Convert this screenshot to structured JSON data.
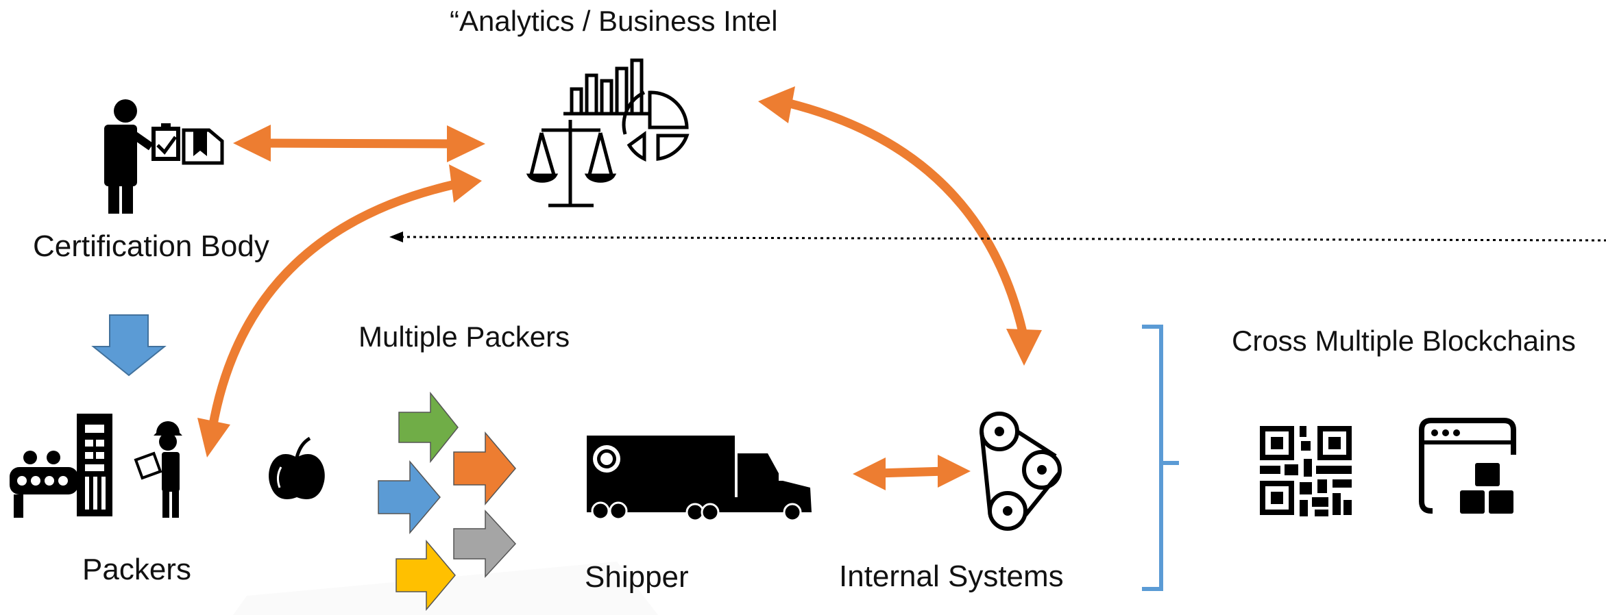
{
  "labels": {
    "analytics": "“Analytics / Business Intel",
    "certification": "Certification Body",
    "multiple_packers": "Multiple Packers",
    "packers": "Packers",
    "shipper": "Shipper",
    "internal_systems": "Internal Systems",
    "cross_blockchains": "Cross Multiple Blockchains"
  },
  "colors": {
    "orange": "#ED7D31",
    "blue": "#5B9BD5",
    "green": "#70AD47",
    "gold": "#FFC000",
    "gray": "#A5A5A5",
    "bracket": "#5B9BD5",
    "ink": "#000000"
  },
  "icons": [
    "inspector-icon",
    "checklist-icon",
    "document-icon",
    "bar-chart-icon",
    "pie-chart-icon",
    "scales-icon",
    "factory-icon",
    "worker-icon",
    "apple-icon",
    "truck-icon",
    "pulley-system-icon",
    "qr-code-icon",
    "blockchain-app-icon"
  ]
}
